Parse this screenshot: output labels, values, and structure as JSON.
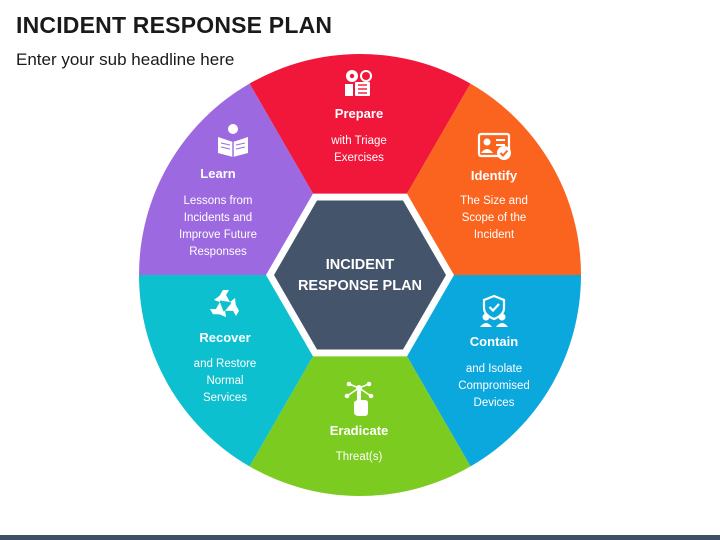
{
  "header": {
    "title": "INCIDENT RESPONSE PLAN",
    "subtitle": "Enter your sub headline here"
  },
  "center": {
    "lines": [
      "INCIDENT",
      "RESPONSE PLAN"
    ],
    "color": "#44546a",
    "border": "#ffffff"
  },
  "segments": [
    {
      "key": "prepare",
      "title": "Prepare",
      "desc": [
        "with Triage",
        "Exercises"
      ],
      "color": "#f0173a",
      "icon": "gear-checklist-icon"
    },
    {
      "key": "identify",
      "title": "Identify",
      "desc": [
        "The Size and",
        "Scope of the",
        "Incident"
      ],
      "color": "#fb641f",
      "icon": "id-card-check-icon"
    },
    {
      "key": "contain",
      "title": "Contain",
      "desc": [
        "and Isolate",
        "Compromised",
        "Devices"
      ],
      "color": "#0ba8de",
      "icon": "shield-users-icon"
    },
    {
      "key": "eradicate",
      "title": "Eradicate",
      "desc": [
        "Threat(s)"
      ],
      "color": "#7ccb20",
      "icon": "touch-network-icon"
    },
    {
      "key": "recover",
      "title": "Recover",
      "desc": [
        "and Restore",
        "Normal",
        "Services"
      ],
      "color": "#0dc0d0",
      "icon": "recycle-icon"
    },
    {
      "key": "learn",
      "title": "Learn",
      "desc": [
        "Lessons from",
        "Incidents and",
        "Improve Future",
        "Responses"
      ],
      "color": "#9d69e0",
      "icon": "reader-book-icon"
    }
  ]
}
